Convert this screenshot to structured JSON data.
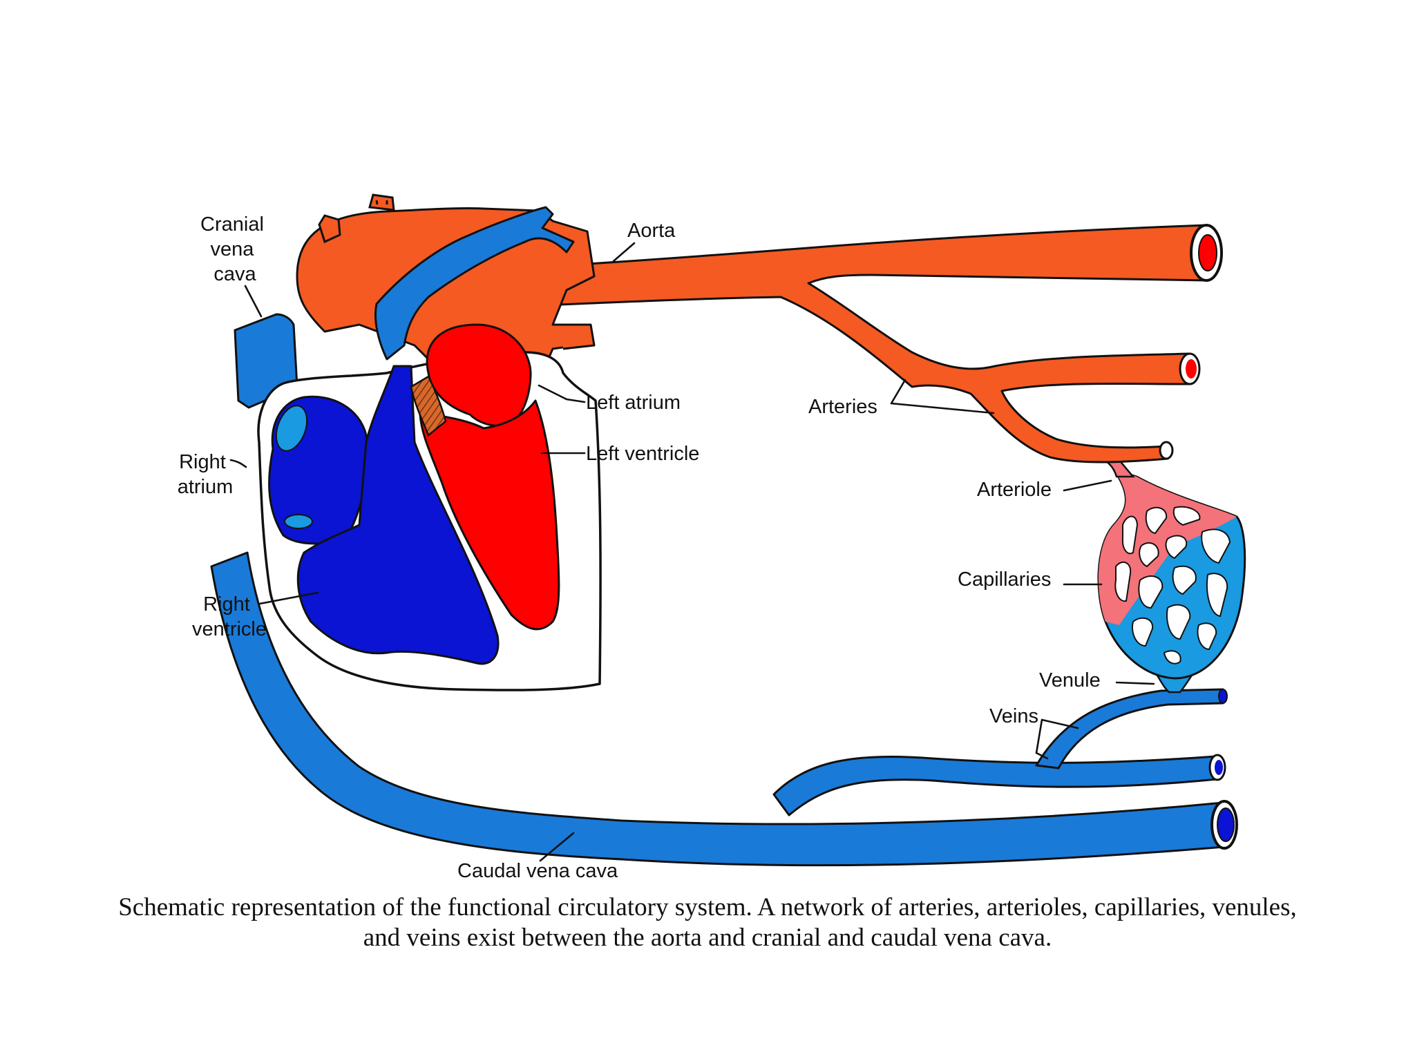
{
  "labels": {
    "cranial_vena_cava": [
      "Cranial",
      "vena",
      "cava"
    ],
    "aorta": "Aorta",
    "right_atrium": [
      "Right",
      "atrium"
    ],
    "left_atrium": "Left atrium",
    "left_ventricle": "Left ventricle",
    "right_ventricle": [
      "Right",
      "ventricle"
    ],
    "arteries": "Arteries",
    "arteriole": "Arteriole",
    "capillaries": "Capillaries",
    "venule": "Venule",
    "veins": "Veins",
    "caudal_vena_cava": "Caudal vena cava"
  },
  "caption": "Schematic representation of the functional circulatory system. A network of arteries, arterioles, capillaries, venules, and veins exist between the aorta and cranial and caudal vena cava.",
  "colors": {
    "arterial": "#f45a22",
    "left_heart": "#ff0000",
    "venous": "#1a7ad8",
    "right_heart": "#0a14d2",
    "capillary_arterial": "#f4727a",
    "outline": "#111111"
  }
}
